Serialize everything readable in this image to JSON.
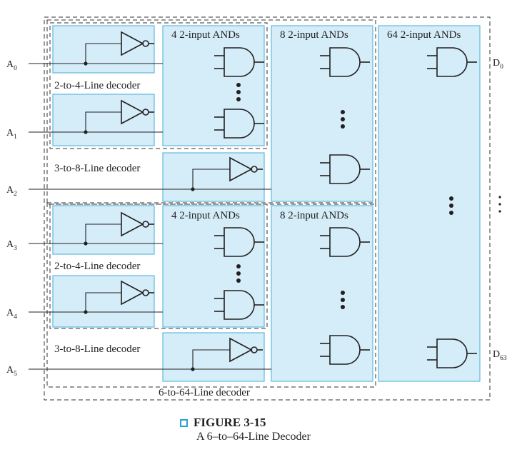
{
  "inputs": [
    {
      "base": "A",
      "sub": "0"
    },
    {
      "base": "A",
      "sub": "1"
    },
    {
      "base": "A",
      "sub": "2"
    },
    {
      "base": "A",
      "sub": "3"
    },
    {
      "base": "A",
      "sub": "4"
    },
    {
      "base": "A",
      "sub": "5"
    }
  ],
  "outputs": [
    {
      "base": "D",
      "sub": "0"
    },
    {
      "base": "D",
      "sub": "63"
    }
  ],
  "labels": {
    "and4_top": "4 2-input ANDs",
    "and8_top": "8 2-input ANDs",
    "and64": "64 2-input ANDs",
    "dec2to4_top": "2-to-4-Line decoder",
    "dec3to8_top": "3-to-8-Line decoder",
    "and4_bot": "4 2-input ANDs",
    "and8_bot": "8 2-input ANDs",
    "dec2to4_bot": "2-to-4-Line decoder",
    "dec3to8_bot": "3-to-8-Line decoder",
    "dec6to64": "6-to-64-Line decoder"
  },
  "caption": {
    "figure": "FIGURE 3-15",
    "title": "A 6–to–64-Line Decoder"
  },
  "colors": {
    "block_fill": "#d4edf8",
    "block_stroke": "#5fb9dd",
    "caption_square": "#27a3d8"
  }
}
